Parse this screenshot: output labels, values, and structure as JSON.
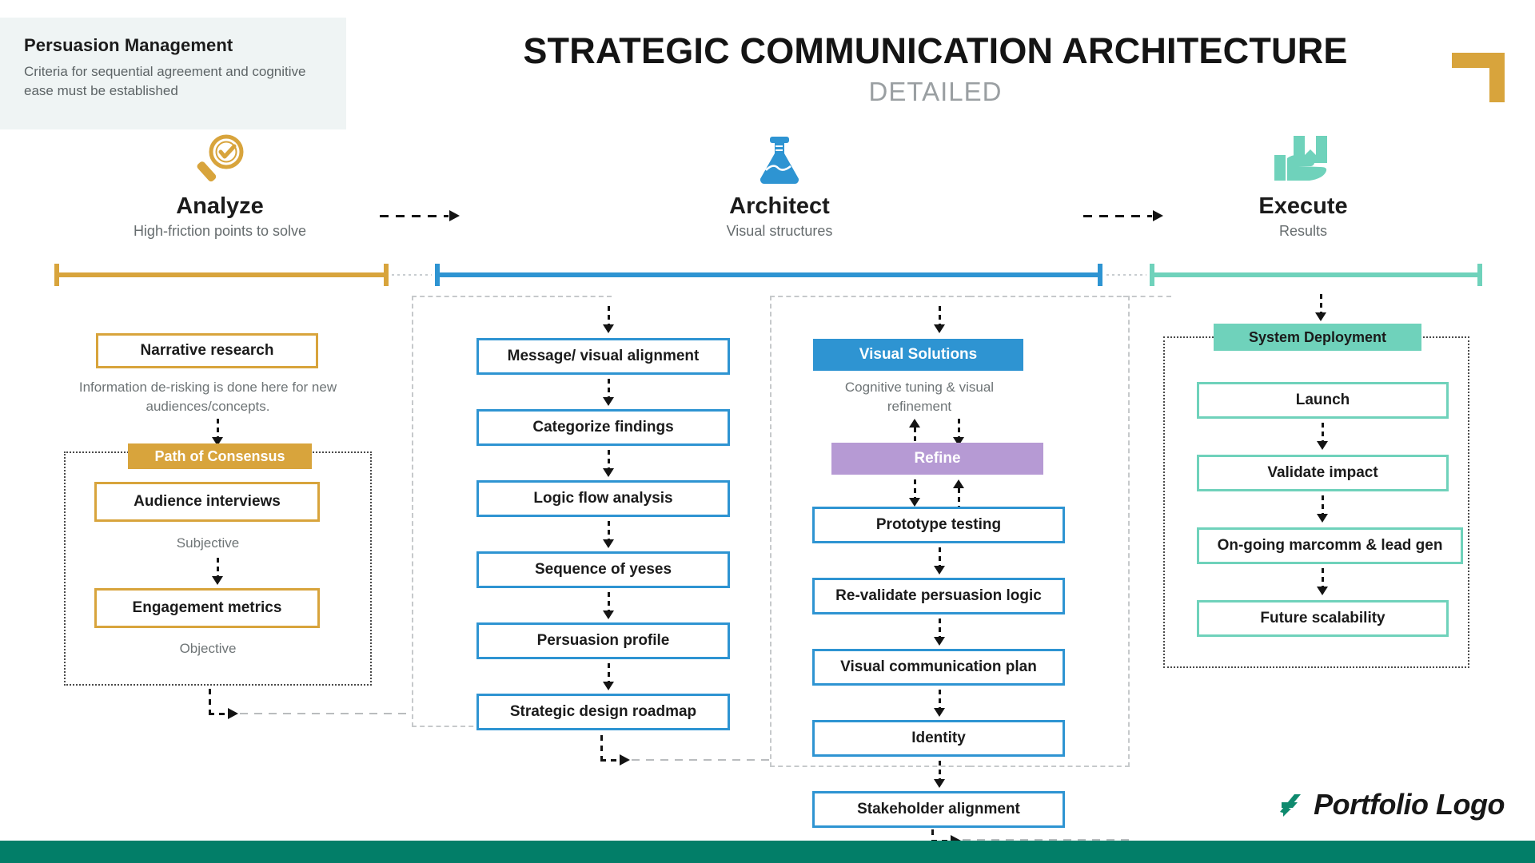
{
  "callout": {
    "title": "Persuasion Management",
    "subtitle": "Criteria for sequential agreement and cognitive ease must be established"
  },
  "header": {
    "title": "STRATEGIC COMMUNICATION ARCHITECTURE",
    "subtitle": "DETAILED",
    "corner_mark_color": "#d8a43c"
  },
  "phases": [
    {
      "name": "Analyze",
      "desc": "High-friction points to solve",
      "icon": "magnifier-check-icon",
      "color": "#d8a43c"
    },
    {
      "name": "Architect",
      "desc": "Visual structures",
      "icon": "flask-icon",
      "color": "#2e94d2"
    },
    {
      "name": "Execute",
      "desc": "Results",
      "icon": "hand-package-icon",
      "color": "#6fd2bb"
    }
  ],
  "column_analyze": {
    "top_node": "Narrative research",
    "note_1": "Information de-risking is done here for new audiences/concepts.",
    "band": "Path of Consensus",
    "node_1": "Audience interviews",
    "note_2": "Subjective",
    "node_2": "Engagement metrics",
    "note_3": "Objective"
  },
  "column_architect_a": {
    "nodes": [
      "Message/ visual alignment",
      "Categorize findings",
      "Logic flow analysis",
      "Sequence of yeses",
      "Persuasion profile",
      "Strategic design roadmap"
    ]
  },
  "column_architect_b": {
    "band": "Visual Solutions",
    "note": "Cognitive tuning & visual refinement",
    "band_2": "Refine",
    "nodes": [
      "Prototype testing",
      "Re-validate persuasion logic",
      "Visual communication plan",
      "Identity",
      "Stakeholder alignment"
    ]
  },
  "column_execute": {
    "band": "System Deployment",
    "nodes": [
      "Launch",
      "Validate impact",
      "On-going marcomm & lead gen",
      "Future scalability"
    ]
  },
  "footer": {
    "logo_text": "Portfolio Logo",
    "logo_mark": "swoosh-icon",
    "bar_color": "#027e68"
  }
}
